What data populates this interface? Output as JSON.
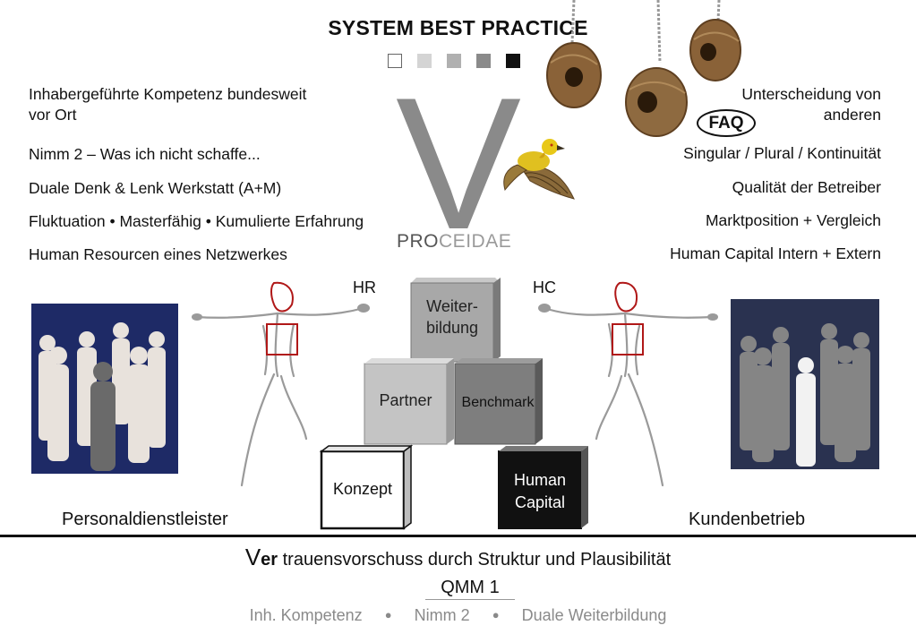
{
  "header": {
    "title": "SYSTEM BEST PRACTICE",
    "squares": [
      "#ffffff",
      "#d4d4d4",
      "#b0b0b0",
      "#8a8a8a",
      "#111111"
    ]
  },
  "left_column": [
    "Inhabergeführte Kompetenz bundesweit",
    "vor Ort",
    "Nimm 2 – Was ich nicht schaffe...",
    "Duale Denk & Lenk Werkstatt (A+M)",
    "Fluktuation • Masterfähig • Kumulierte Erfahrung",
    "Human Resourcen eines Netzwerkes"
  ],
  "right_column": [
    "Unterscheidung von",
    "anderen",
    "Singular / Plural / Kontinuität",
    "Qualität der Betreiber",
    "Marktposition + Vergleich",
    "Human Capital Intern + Extern"
  ],
  "logo": {
    "letter": "V",
    "pro": "PRO",
    "rest": "CEIDAE"
  },
  "faq": "FAQ",
  "labels": {
    "hr": "HR",
    "hc": "HC",
    "left_caption": "Personaldienstleister",
    "right_caption": "Kundenbetrieb"
  },
  "cubes": {
    "weiterbildung_line1": "Weiter-",
    "weiterbildung_line2": "bildung",
    "partner": "Partner",
    "benchmark": "Benchmark",
    "konzept": "Konzept",
    "human": "Human",
    "capital": "Capital"
  },
  "footer": {
    "tag_v": "V",
    "tag_er": "er",
    "tag_rest": " trauensvorschuss durch Struktur und Plausibilität",
    "qmm": "QMM 1",
    "items": [
      "Inh. Kompetenz",
      "Nimm 2",
      "Duale Weiterbildung"
    ],
    "separator": "●"
  }
}
